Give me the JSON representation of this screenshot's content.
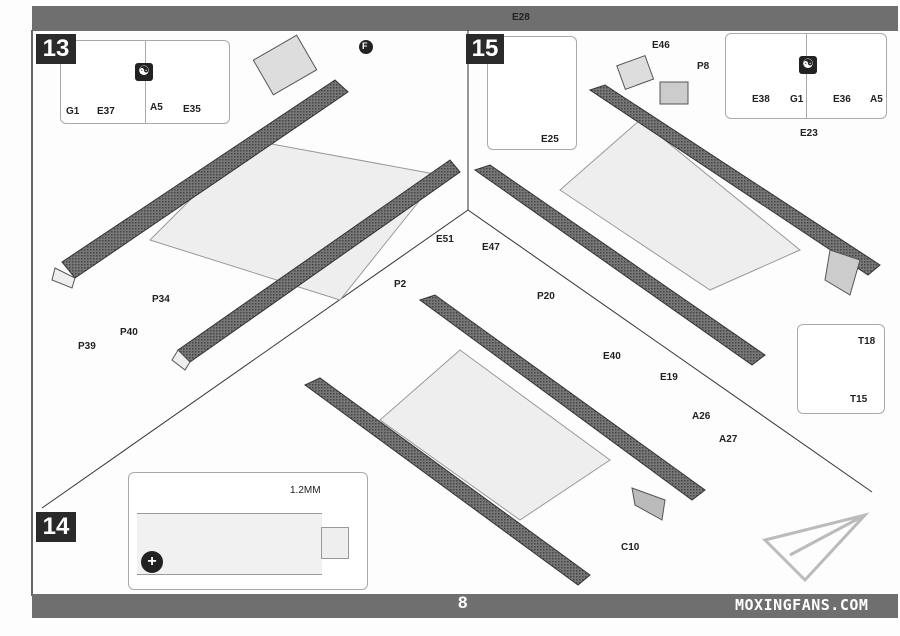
{
  "steps": {
    "s13": "13",
    "s14": "14",
    "s15": "15"
  },
  "step13": {
    "inset_labels": [
      "G1",
      "E37",
      "A5",
      "E35"
    ],
    "sub_assembly": "F",
    "parts": [
      "P34",
      "P40",
      "P39"
    ]
  },
  "step14": {
    "drill_label": "1.2MM"
  },
  "step15": {
    "inset_a": [
      "E28",
      "E25"
    ],
    "inset_b": [
      "E38",
      "G1",
      "E36",
      "A5"
    ],
    "parts": [
      "E46",
      "P8",
      "E23"
    ],
    "inset_c": [
      "T18",
      "T15"
    ]
  },
  "middle": {
    "parts": [
      "E51",
      "E47",
      "P2",
      "P20",
      "E40",
      "E19",
      "A26",
      "A27",
      "C10"
    ]
  },
  "footer": {
    "page_number": "8",
    "brand": "MOXINGFANS.COM"
  }
}
